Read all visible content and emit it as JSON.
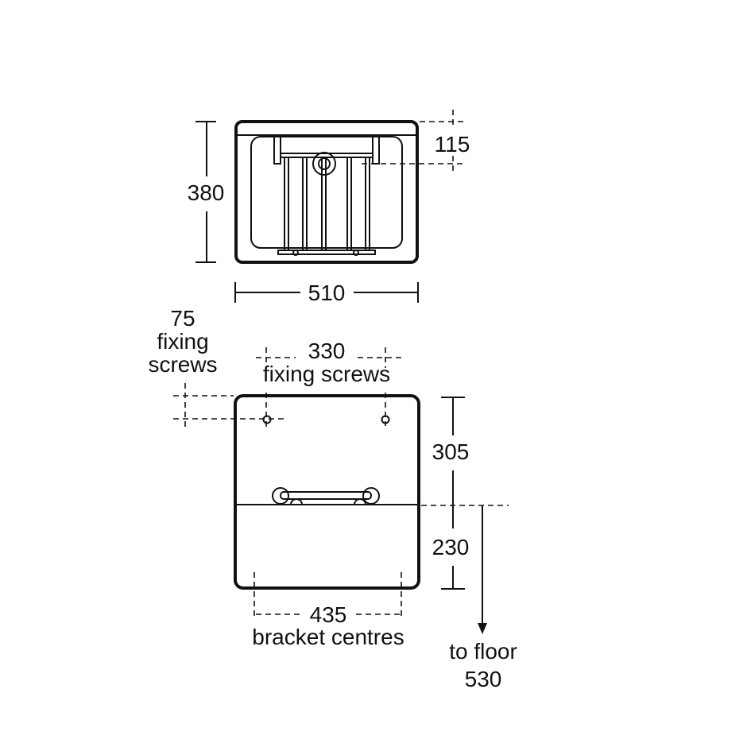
{
  "plan_view": {
    "depth_label": "380",
    "waste_offset_label": "115",
    "width_label": "510"
  },
  "front_view": {
    "screw_offset_label": "75",
    "screw_offset_caption_1": "fixing",
    "screw_offset_caption_2": "screws",
    "screw_centres_label": "330",
    "screw_centres_caption": "fixing screws",
    "upper_height_label": "305",
    "lower_height_label": "230",
    "bracket_centres_label": "435",
    "bracket_centres_caption": "bracket centres",
    "floor_caption": "to floor",
    "floor_height_label": "530"
  }
}
